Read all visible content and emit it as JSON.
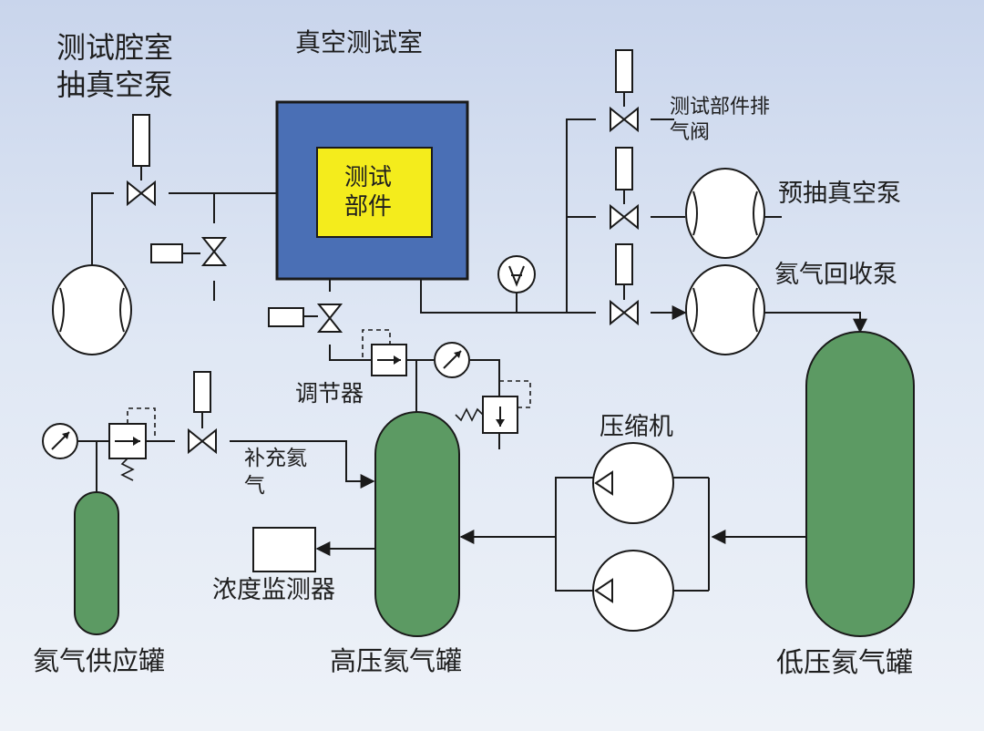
{
  "labels": {
    "chamber_pump": [
      "测试腔室",
      "抽真空泵"
    ],
    "vacuum_chamber": "真空测试室",
    "test_part": [
      "测试",
      "部件"
    ],
    "vent_valve": [
      "测试部件排",
      "气阀"
    ],
    "pre_vacuum_pump": "预抽真空泵",
    "helium_recovery_pump": "氦气回收泵",
    "regulator": "调节器",
    "compressor": "压缩机",
    "makeup_helium": [
      "补充氦",
      "气"
    ],
    "concentration_monitor": "浓度监测器",
    "helium_supply_tank": "氦气供应罐",
    "high_pressure_tank": "高压氦气罐",
    "low_pressure_tank": "低压氦气罐"
  },
  "colors": {
    "chamber_fill": "#4a6fb5",
    "part_fill": "#f4ec1c",
    "tank_fill": "#5c9a63",
    "line": "#1a1a1a"
  }
}
